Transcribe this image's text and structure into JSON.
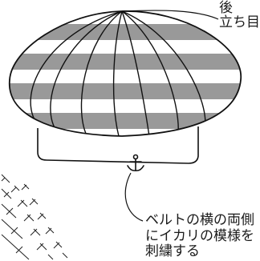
{
  "labels": {
    "back_line1": "後",
    "back_line2": "立ち目",
    "embroidery_line1": "ベルトの横の両側",
    "embroidery_line2": "にイカリの模様を",
    "embroidery_line3": "刺繍する"
  },
  "colors": {
    "stripe": "#999999",
    "outline": "#111111",
    "background": "#ffffff"
  },
  "icons": {
    "anchor": "anchor-icon"
  }
}
